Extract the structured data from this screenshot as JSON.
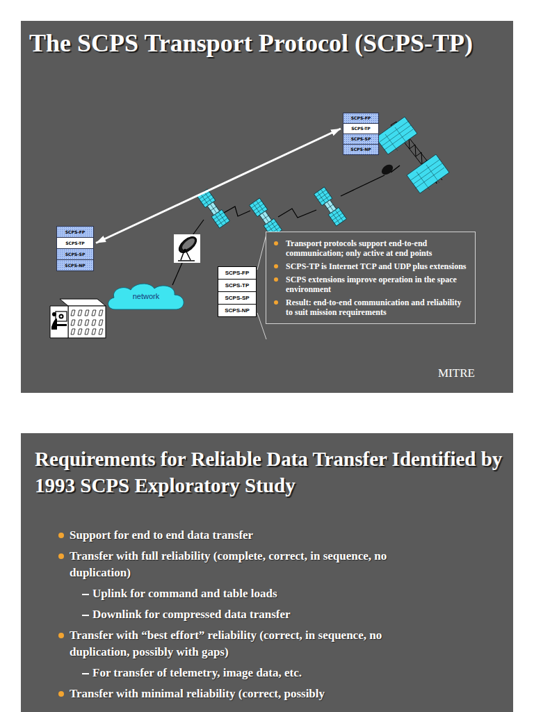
{
  "diagram": {
    "nodes": [
      {
        "text": [
          "The SCPS Transport Protocol (SCPS-TP)"
        ]
      },
      {
        "text": [
          "SCPS-FP"
        ],
        "in": 0
      },
      {
        "text": [
          "SCPS-TP"
        ],
        "in": 0
      },
      {
        "text": [
          "SCPS-SP"
        ],
        "in": 0
      },
      {
        "text": [
          "SCPS-NP"
        ],
        "in": 0
      },
      {
        "text": [
          "SCPS-FP"
        ],
        "in": 0
      },
      {
        "text": [
          "SCPS-TP"
        ],
        "in": 0
      },
      {
        "text": [
          "SCPS-SP"
        ],
        "in": 0
      },
      {
        "text": [
          "SCPS-NP"
        ],
        "in": 0
      },
      {
        "text": [
          "network"
        ],
        "in": 0
      },
      {
        "text": [
          "SCPS-FP"
        ],
        "in": 0
      },
      {
        "text": [
          "SCPS-TP"
        ],
        "in": 0
      },
      {
        "text": [
          "SCPS-SP"
        ],
        "in": 0
      },
      {
        "text": [
          "SCPS-NP"
        ],
        "in": 0
      },
      {
        "text": [
          "Transport protocols support end-to-end communication; only active at end points",
          "SCPS-TP is Internet TCP and UDP plus extensions",
          "SCPS extensions improve operation in the space environment",
          "Result: end-to-end communication and reliability to suit mission requirements"
        ],
        "in": 0
      },
      {
        "text": [
          "Requirements for Reliable Data Transfer Identified by 1993 SCPS Exploratory Study",
          "Support for end to end data transfer",
          "Transfer with full reliability (complete, correct, in sequence, no duplication)",
          "Uplink for command and table loads",
          "Downlink for compressed data transfer",
          "Transfer with “best effort” reliability (correct, in sequence, no duplication, possibly with gaps)",
          "For transfer of telemetry, image data, etc.",
          "Transfer with minimal reliability (correct, possibly"
        ]
      }
    ],
    "edges": [
      {
        "from": 6,
        "to": 2,
        "arrow": "both"
      }
    ],
    "labels": [
      "MITRE"
    ]
  }
}
